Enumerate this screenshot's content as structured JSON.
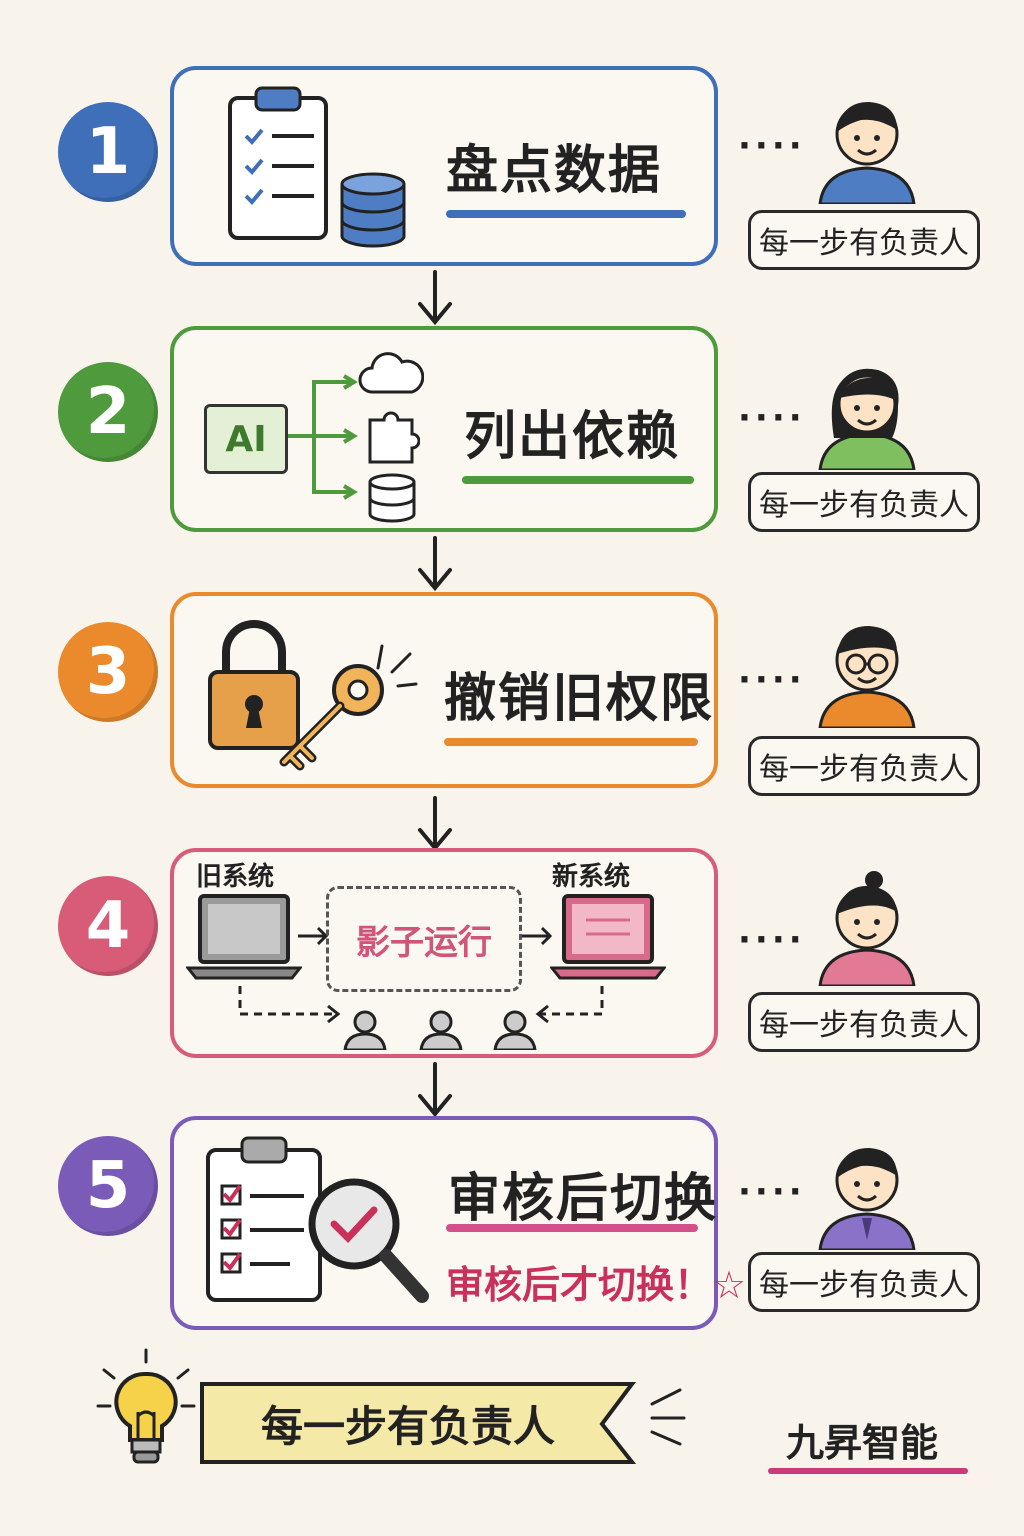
{
  "steps": [
    {
      "number": "1",
      "title": "盘点数据",
      "owner_tag": "每一步有负责人",
      "color": "#3e6fb8"
    },
    {
      "number": "2",
      "title": "列出依赖",
      "owner_tag": "每一步有负责人",
      "color": "#4f9a3c"
    },
    {
      "number": "3",
      "title": "撤销旧权限",
      "owner_tag": "每一步有负责人",
      "color": "#ea8a2c"
    },
    {
      "number": "4",
      "title": "",
      "owner_tag": "每一步有负责人",
      "color": "#d85c78"
    },
    {
      "number": "5",
      "title": "审核后切换",
      "owner_tag": "每一步有负责人",
      "color": "#7a5bb8"
    }
  ],
  "step2": {
    "ai_label": "AI"
  },
  "step4": {
    "old_system": "旧系统",
    "new_system": "新系统",
    "shadow_run": "影子运行"
  },
  "step5": {
    "note": "审核后才切换！☆"
  },
  "dots": "····",
  "footer": {
    "banner": "每一步有负责人",
    "brand": "九昇智能"
  },
  "icons": {
    "step1": [
      "clipboard-checklist-icon",
      "database-icon"
    ],
    "step2": [
      "cloud-icon",
      "puzzle-icon",
      "database-icon"
    ],
    "step3": [
      "padlock-icon",
      "key-icon"
    ],
    "step4": [
      "laptop-icon",
      "person-icon"
    ],
    "step5": [
      "clipboard-checklist-icon",
      "magnifier-check-icon"
    ],
    "footer": [
      "lightbulb-icon"
    ]
  }
}
